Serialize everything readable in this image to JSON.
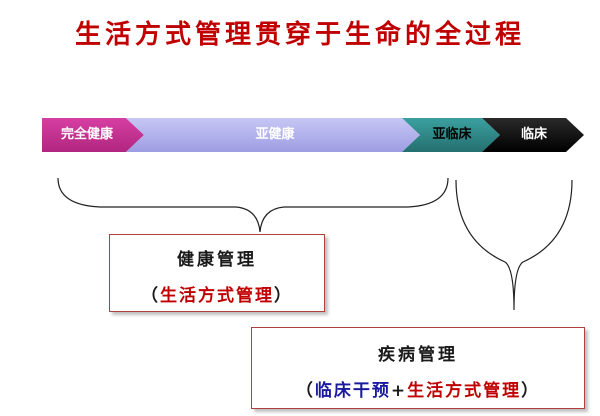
{
  "title": "生活方式管理贯穿于生命的全过程",
  "stages": [
    {
      "label": "完全健康",
      "color": "#cc3399",
      "text_color": "#ffffff"
    },
    {
      "label": "亚健康",
      "color": "#b3b3ee",
      "text_color": "#ffffff"
    },
    {
      "label": "亚临床",
      "color": "#2e8b8b",
      "text_color": "#000000"
    },
    {
      "label": "临床",
      "color": "#111111",
      "text_color": "#ffffff"
    }
  ],
  "health_box": {
    "title": "健康管理",
    "open_paren": "（",
    "sub": "生活方式管理",
    "close_paren": "）"
  },
  "disease_box": {
    "title": "疾病管理",
    "open_paren": "（",
    "sub_blue": "临床干预",
    "plus": "+",
    "sub_red": "生活方式管理",
    "close_paren": "）"
  }
}
